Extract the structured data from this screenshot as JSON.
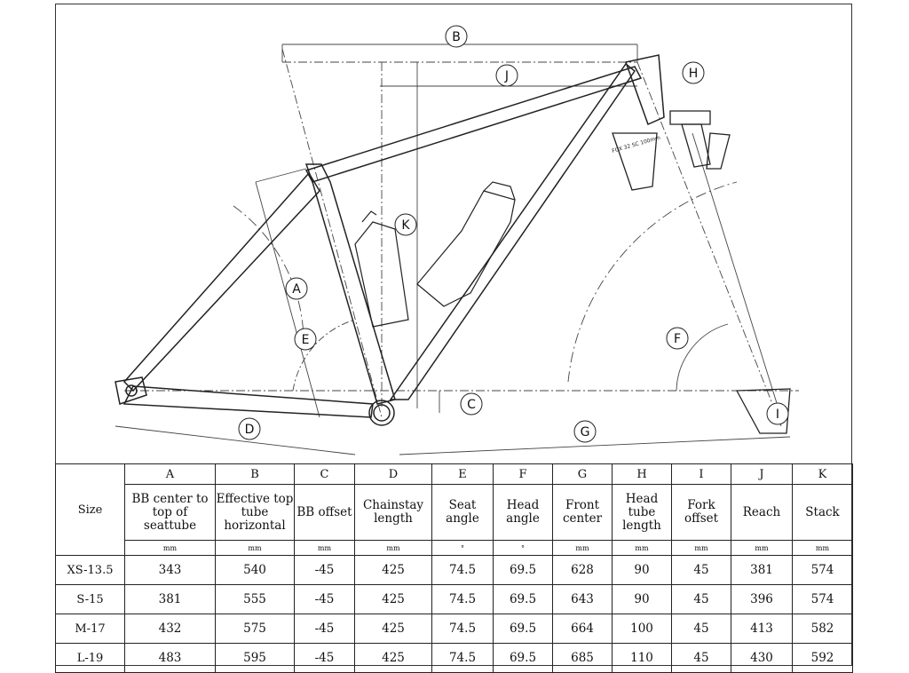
{
  "callouts": [
    "A",
    "B",
    "C",
    "D",
    "E",
    "F",
    "G",
    "H",
    "I",
    "J",
    "K"
  ],
  "fork_label": "FOX 32 SC 100mm",
  "table": {
    "size_header": "Size",
    "columns": [
      {
        "letter": "A",
        "name": "BB center to top of seattube",
        "unit": "mm"
      },
      {
        "letter": "B",
        "name": "Effective top tube horizontal",
        "unit": "mm"
      },
      {
        "letter": "C",
        "name": "BB offset",
        "unit": "mm"
      },
      {
        "letter": "D",
        "name": "Chainstay length",
        "unit": "mm"
      },
      {
        "letter": "E",
        "name": "Seat angle",
        "unit": "°"
      },
      {
        "letter": "F",
        "name": "Head angle",
        "unit": "°"
      },
      {
        "letter": "G",
        "name": "Front center",
        "unit": "mm"
      },
      {
        "letter": "H",
        "name": "Head tube length",
        "unit": "mm"
      },
      {
        "letter": "I",
        "name": "Fork offset",
        "unit": "mm"
      },
      {
        "letter": "J",
        "name": "Reach",
        "unit": "mm"
      },
      {
        "letter": "K",
        "name": "Stack",
        "unit": "mm"
      }
    ],
    "rows": [
      {
        "size": "XS-13.5",
        "values": [
          "343",
          "540",
          "-45",
          "425",
          "74.5",
          "69.5",
          "628",
          "90",
          "45",
          "381",
          "574"
        ]
      },
      {
        "size": "S-15",
        "values": [
          "381",
          "555",
          "-45",
          "425",
          "74.5",
          "69.5",
          "643",
          "90",
          "45",
          "396",
          "574"
        ]
      },
      {
        "size": "M-17",
        "values": [
          "432",
          "575",
          "-45",
          "425",
          "74.5",
          "69.5",
          "664",
          "100",
          "45",
          "413",
          "582"
        ]
      },
      {
        "size": "L-19",
        "values": [
          "483",
          "595",
          "-45",
          "425",
          "74.5",
          "69.5",
          "685",
          "110",
          "45",
          "430",
          "592"
        ]
      }
    ]
  }
}
